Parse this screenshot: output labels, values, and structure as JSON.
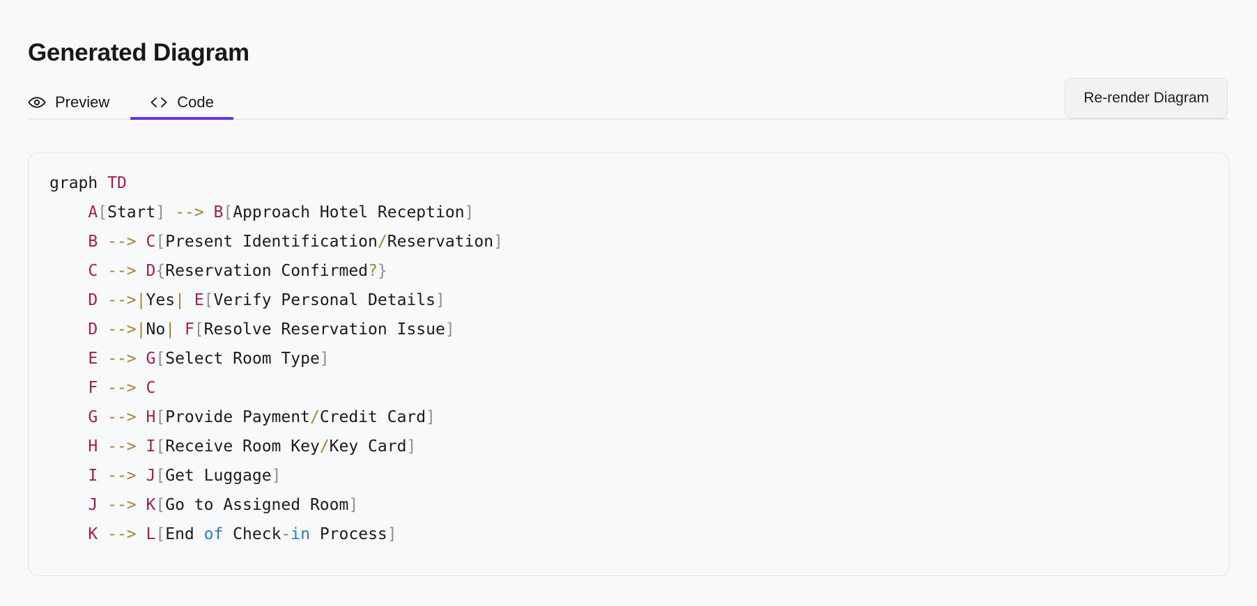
{
  "header": {
    "title": "Generated Diagram"
  },
  "tabs": [
    {
      "id": "preview",
      "label": "Preview",
      "icon": "eye-icon",
      "active": false
    },
    {
      "id": "code",
      "label": "Code",
      "icon": "code-brackets-icon",
      "active": true
    }
  ],
  "toolbar": {
    "rerender_label": "Re-render Diagram"
  },
  "colors": {
    "accent": "#6232e8",
    "page_background": "#f9f9f9",
    "card_background": "#f8f9fb",
    "card_border": "#e4e5e8",
    "button_background": "#f2f2f2",
    "token_keyword": "#1b1b1d",
    "token_node": "#a41f49",
    "token_bracket": "#8f9094",
    "token_arrow": "#a9802f",
    "token_string_blue": "#2b7cbd"
  },
  "code": {
    "language": "mermaid",
    "raw": "graph TD\n    A[Start] --> B[Approach Hotel Reception]\n    B --> C[Present Identification/Reservation]\n    C --> D{Reservation Confirmed?}\n    D -->|Yes| E[Verify Personal Details]\n    D -->|No| F[Resolve Reservation Issue]\n    E --> G[Select Room Type]\n    F --> C\n    G --> H[Provide Payment/Credit Card]\n    H --> I[Receive Room Key/Key Card]\n    I --> J[Get Luggage]\n    J --> K[Go to Assigned Room]\n    K --> L[End of Check-in Process]",
    "lines": [
      [
        {
          "t": "graph",
          "c": "kw"
        },
        {
          "t": " ",
          "c": "text"
        },
        {
          "t": "TD",
          "c": "dir"
        }
      ],
      [
        {
          "t": "    ",
          "c": "text"
        },
        {
          "t": "A",
          "c": "node"
        },
        {
          "t": "[",
          "c": "bracket"
        },
        {
          "t": "Start",
          "c": "text"
        },
        {
          "t": "]",
          "c": "bracket"
        },
        {
          "t": " ",
          "c": "text"
        },
        {
          "t": "-->",
          "c": "arrow"
        },
        {
          "t": " ",
          "c": "text"
        },
        {
          "t": "B",
          "c": "node"
        },
        {
          "t": "[",
          "c": "bracket"
        },
        {
          "t": "Approach Hotel Reception",
          "c": "text"
        },
        {
          "t": "]",
          "c": "bracket"
        }
      ],
      [
        {
          "t": "    ",
          "c": "text"
        },
        {
          "t": "B",
          "c": "node"
        },
        {
          "t": " ",
          "c": "text"
        },
        {
          "t": "-->",
          "c": "arrow"
        },
        {
          "t": " ",
          "c": "text"
        },
        {
          "t": "C",
          "c": "node"
        },
        {
          "t": "[",
          "c": "bracket"
        },
        {
          "t": "Present Identification",
          "c": "text"
        },
        {
          "t": "/",
          "c": "punc"
        },
        {
          "t": "Reservation",
          "c": "text"
        },
        {
          "t": "]",
          "c": "bracket"
        }
      ],
      [
        {
          "t": "    ",
          "c": "text"
        },
        {
          "t": "C",
          "c": "node"
        },
        {
          "t": " ",
          "c": "text"
        },
        {
          "t": "-->",
          "c": "arrow"
        },
        {
          "t": " ",
          "c": "text"
        },
        {
          "t": "D",
          "c": "node"
        },
        {
          "t": "{",
          "c": "bracket"
        },
        {
          "t": "Reservation Confirmed",
          "c": "text"
        },
        {
          "t": "?",
          "c": "punc"
        },
        {
          "t": "}",
          "c": "bracket"
        }
      ],
      [
        {
          "t": "    ",
          "c": "text"
        },
        {
          "t": "D",
          "c": "node"
        },
        {
          "t": " ",
          "c": "text"
        },
        {
          "t": "-->",
          "c": "arrow"
        },
        {
          "t": "|",
          "c": "pipe"
        },
        {
          "t": "Yes",
          "c": "text"
        },
        {
          "t": "|",
          "c": "pipe"
        },
        {
          "t": " ",
          "c": "text"
        },
        {
          "t": "E",
          "c": "node"
        },
        {
          "t": "[",
          "c": "bracket"
        },
        {
          "t": "Verify Personal Details",
          "c": "text"
        },
        {
          "t": "]",
          "c": "bracket"
        }
      ],
      [
        {
          "t": "    ",
          "c": "text"
        },
        {
          "t": "D",
          "c": "node"
        },
        {
          "t": " ",
          "c": "text"
        },
        {
          "t": "-->",
          "c": "arrow"
        },
        {
          "t": "|",
          "c": "pipe"
        },
        {
          "t": "No",
          "c": "text"
        },
        {
          "t": "|",
          "c": "pipe"
        },
        {
          "t": " ",
          "c": "text"
        },
        {
          "t": "F",
          "c": "node"
        },
        {
          "t": "[",
          "c": "bracket"
        },
        {
          "t": "Resolve Reservation Issue",
          "c": "text"
        },
        {
          "t": "]",
          "c": "bracket"
        }
      ],
      [
        {
          "t": "    ",
          "c": "text"
        },
        {
          "t": "E",
          "c": "node"
        },
        {
          "t": " ",
          "c": "text"
        },
        {
          "t": "-->",
          "c": "arrow"
        },
        {
          "t": " ",
          "c": "text"
        },
        {
          "t": "G",
          "c": "node"
        },
        {
          "t": "[",
          "c": "bracket"
        },
        {
          "t": "Select Room Type",
          "c": "text"
        },
        {
          "t": "]",
          "c": "bracket"
        }
      ],
      [
        {
          "t": "    ",
          "c": "text"
        },
        {
          "t": "F",
          "c": "node"
        },
        {
          "t": " ",
          "c": "text"
        },
        {
          "t": "-->",
          "c": "arrow"
        },
        {
          "t": " ",
          "c": "text"
        },
        {
          "t": "C",
          "c": "node"
        }
      ],
      [
        {
          "t": "    ",
          "c": "text"
        },
        {
          "t": "G",
          "c": "node"
        },
        {
          "t": " ",
          "c": "text"
        },
        {
          "t": "-->",
          "c": "arrow"
        },
        {
          "t": " ",
          "c": "text"
        },
        {
          "t": "H",
          "c": "node"
        },
        {
          "t": "[",
          "c": "bracket"
        },
        {
          "t": "Provide Payment",
          "c": "text"
        },
        {
          "t": "/",
          "c": "punc"
        },
        {
          "t": "Credit Card",
          "c": "text"
        },
        {
          "t": "]",
          "c": "bracket"
        }
      ],
      [
        {
          "t": "    ",
          "c": "text"
        },
        {
          "t": "H",
          "c": "node"
        },
        {
          "t": " ",
          "c": "text"
        },
        {
          "t": "-->",
          "c": "arrow"
        },
        {
          "t": " ",
          "c": "text"
        },
        {
          "t": "I",
          "c": "node"
        },
        {
          "t": "[",
          "c": "bracket"
        },
        {
          "t": "Receive Room Key",
          "c": "text"
        },
        {
          "t": "/",
          "c": "punc"
        },
        {
          "t": "Key Card",
          "c": "text"
        },
        {
          "t": "]",
          "c": "bracket"
        }
      ],
      [
        {
          "t": "    ",
          "c": "text"
        },
        {
          "t": "I",
          "c": "node"
        },
        {
          "t": " ",
          "c": "text"
        },
        {
          "t": "-->",
          "c": "arrow"
        },
        {
          "t": " ",
          "c": "text"
        },
        {
          "t": "J",
          "c": "node"
        },
        {
          "t": "[",
          "c": "bracket"
        },
        {
          "t": "Get Luggage",
          "c": "text"
        },
        {
          "t": "]",
          "c": "bracket"
        }
      ],
      [
        {
          "t": "    ",
          "c": "text"
        },
        {
          "t": "J",
          "c": "node"
        },
        {
          "t": " ",
          "c": "text"
        },
        {
          "t": "-->",
          "c": "arrow"
        },
        {
          "t": " ",
          "c": "text"
        },
        {
          "t": "K",
          "c": "node"
        },
        {
          "t": "[",
          "c": "bracket"
        },
        {
          "t": "Go to Assigned Room",
          "c": "text"
        },
        {
          "t": "]",
          "c": "bracket"
        }
      ],
      [
        {
          "t": "    ",
          "c": "text"
        },
        {
          "t": "K",
          "c": "node"
        },
        {
          "t": " ",
          "c": "text"
        },
        {
          "t": "-->",
          "c": "arrow"
        },
        {
          "t": " ",
          "c": "text"
        },
        {
          "t": "L",
          "c": "node"
        },
        {
          "t": "[",
          "c": "bracket"
        },
        {
          "t": "End ",
          "c": "text"
        },
        {
          "t": "of",
          "c": "blue"
        },
        {
          "t": " Check",
          "c": "text"
        },
        {
          "t": "-",
          "c": "punc"
        },
        {
          "t": "in",
          "c": "blue"
        },
        {
          "t": " Process",
          "c": "text"
        },
        {
          "t": "]",
          "c": "bracket"
        }
      ]
    ]
  }
}
